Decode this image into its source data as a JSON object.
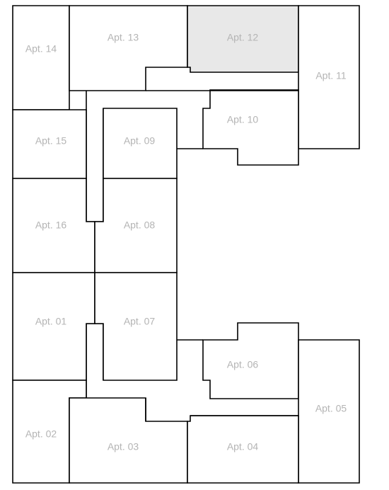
{
  "colors": {
    "wall": "#000000",
    "label": "#b4b4b4",
    "highlight": "#e8e8e8",
    "background": "#ffffff"
  },
  "highlighted_unit": "Apt. 12",
  "units": [
    {
      "id": "apt-14",
      "label": "Apt. 14"
    },
    {
      "id": "apt-13",
      "label": "Apt. 13"
    },
    {
      "id": "apt-12",
      "label": "Apt. 12"
    },
    {
      "id": "apt-11",
      "label": "Apt. 11"
    },
    {
      "id": "apt-10",
      "label": "Apt. 10"
    },
    {
      "id": "apt-15",
      "label": "Apt. 15"
    },
    {
      "id": "apt-09",
      "label": "Apt. 09"
    },
    {
      "id": "apt-16",
      "label": "Apt. 16"
    },
    {
      "id": "apt-08",
      "label": "Apt. 08"
    },
    {
      "id": "apt-01",
      "label": "Apt. 01"
    },
    {
      "id": "apt-07",
      "label": "Apt. 07"
    },
    {
      "id": "apt-06",
      "label": "Apt. 06"
    },
    {
      "id": "apt-05",
      "label": "Apt. 05"
    },
    {
      "id": "apt-02",
      "label": "Apt. 02"
    },
    {
      "id": "apt-03",
      "label": "Apt. 03"
    },
    {
      "id": "apt-04",
      "label": "Apt. 04"
    }
  ]
}
